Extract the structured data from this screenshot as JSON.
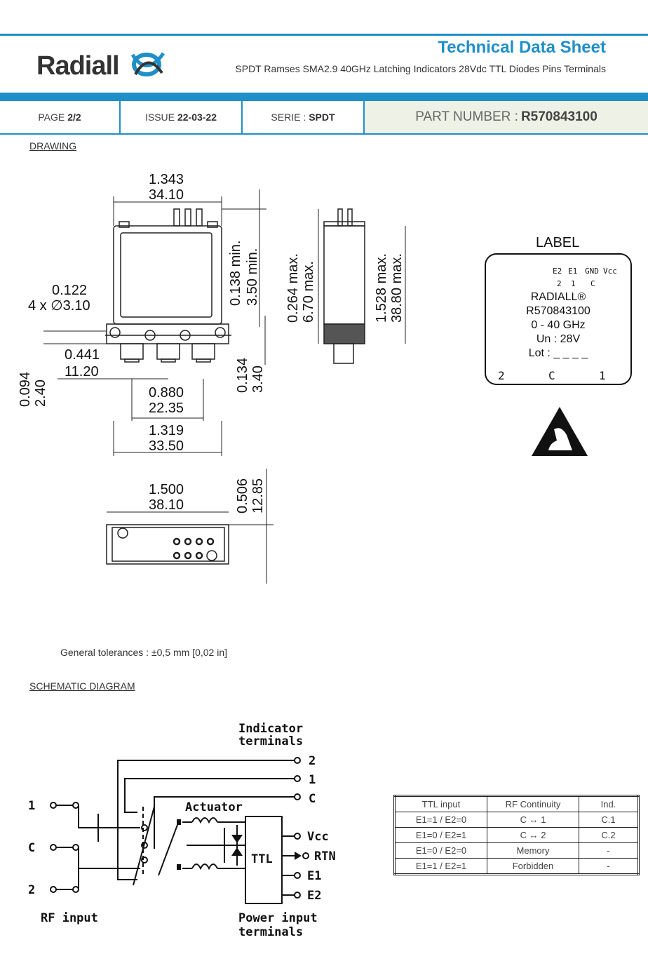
{
  "header": {
    "brand": "Radiall",
    "title": "Technical Data Sheet",
    "subtitle": "SPDT Ramses SMA2.9 40GHz Latching Indicators 28Vdc TTL Diodes Pins Terminals"
  },
  "infobar": {
    "page_label": "PAGE",
    "page_value": "2/2",
    "issue_label": "ISSUE",
    "issue_value": "22-03-22",
    "serie_label": "SERIE :",
    "serie_value": "SPDT",
    "pn_label": "PART NUMBER :",
    "pn_value": "R570843100"
  },
  "sections": {
    "drawing": "DRAWING",
    "schematic": "SCHEMATIC DIAGRAM"
  },
  "drawing": {
    "dims": {
      "d1_in": "1.343",
      "d1_mm": "34.10",
      "d2_in": "0.122",
      "d2_mm": "4 x ∅3.10",
      "d3_in": "0.441",
      "d3_mm": "11.20",
      "d4_in": "0.094",
      "d4_mm": "2.40",
      "d5_in": "0.880",
      "d5_mm": "22.35",
      "d6_in": "1.319",
      "d6_mm": "33.50",
      "d7_in": "0.138 min.",
      "d7_mm": "3.50 min.",
      "d8_in": "0.134",
      "d8_mm": "3.40",
      "d9_in": "0.264 max.",
      "d9_mm": "6.70 max.",
      "d10_in": "1.528 max.",
      "d10_mm": "38.80 max.",
      "d11_in": "1.500",
      "d11_mm": "38.10",
      "d12_in": "0.506",
      "d12_mm": "12.85"
    },
    "tolerances": "General tolerances : ±0,5 mm [0,02 in]"
  },
  "label": {
    "title": "LABEL",
    "pins": [
      "E2",
      "E1",
      "GND",
      "Vcc"
    ],
    "pins_sub": [
      "2",
      "1",
      "C"
    ],
    "lines": [
      "RADIALL®",
      "R570843100",
      "0 - 40 GHz",
      "Un : 28V",
      "Lot : _ _ _ _"
    ],
    "ports": [
      "2",
      "C",
      "1"
    ]
  },
  "schematic": {
    "indicator_title": [
      "Indicator",
      "terminals"
    ],
    "indicator_pins": [
      "2",
      "1",
      "C"
    ],
    "rf_pins": [
      "1",
      "C",
      "2"
    ],
    "rf_title": "RF input",
    "actuator": "Actuator",
    "ttl": "TTL",
    "power_pins": [
      "Vcc",
      "RTN",
      "E1",
      "E2"
    ],
    "power_title": [
      "Power input",
      "terminals"
    ]
  },
  "ttl_table": {
    "headers": [
      "TTL input",
      "RF Continuity",
      "Ind."
    ],
    "rows": [
      [
        "E1=1 / E2=0",
        "C ↔ 1",
        "C.1"
      ],
      [
        "E1=0 / E2=1",
        "C ↔ 2",
        "C.2"
      ],
      [
        "E1=0 / E2=0",
        "Memory",
        "-"
      ],
      [
        "E1=1 / E2=1",
        "Forbidden",
        "-"
      ]
    ]
  },
  "colors": {
    "accent": "#1f8fc7",
    "pn_bg": "#eef1e6"
  }
}
